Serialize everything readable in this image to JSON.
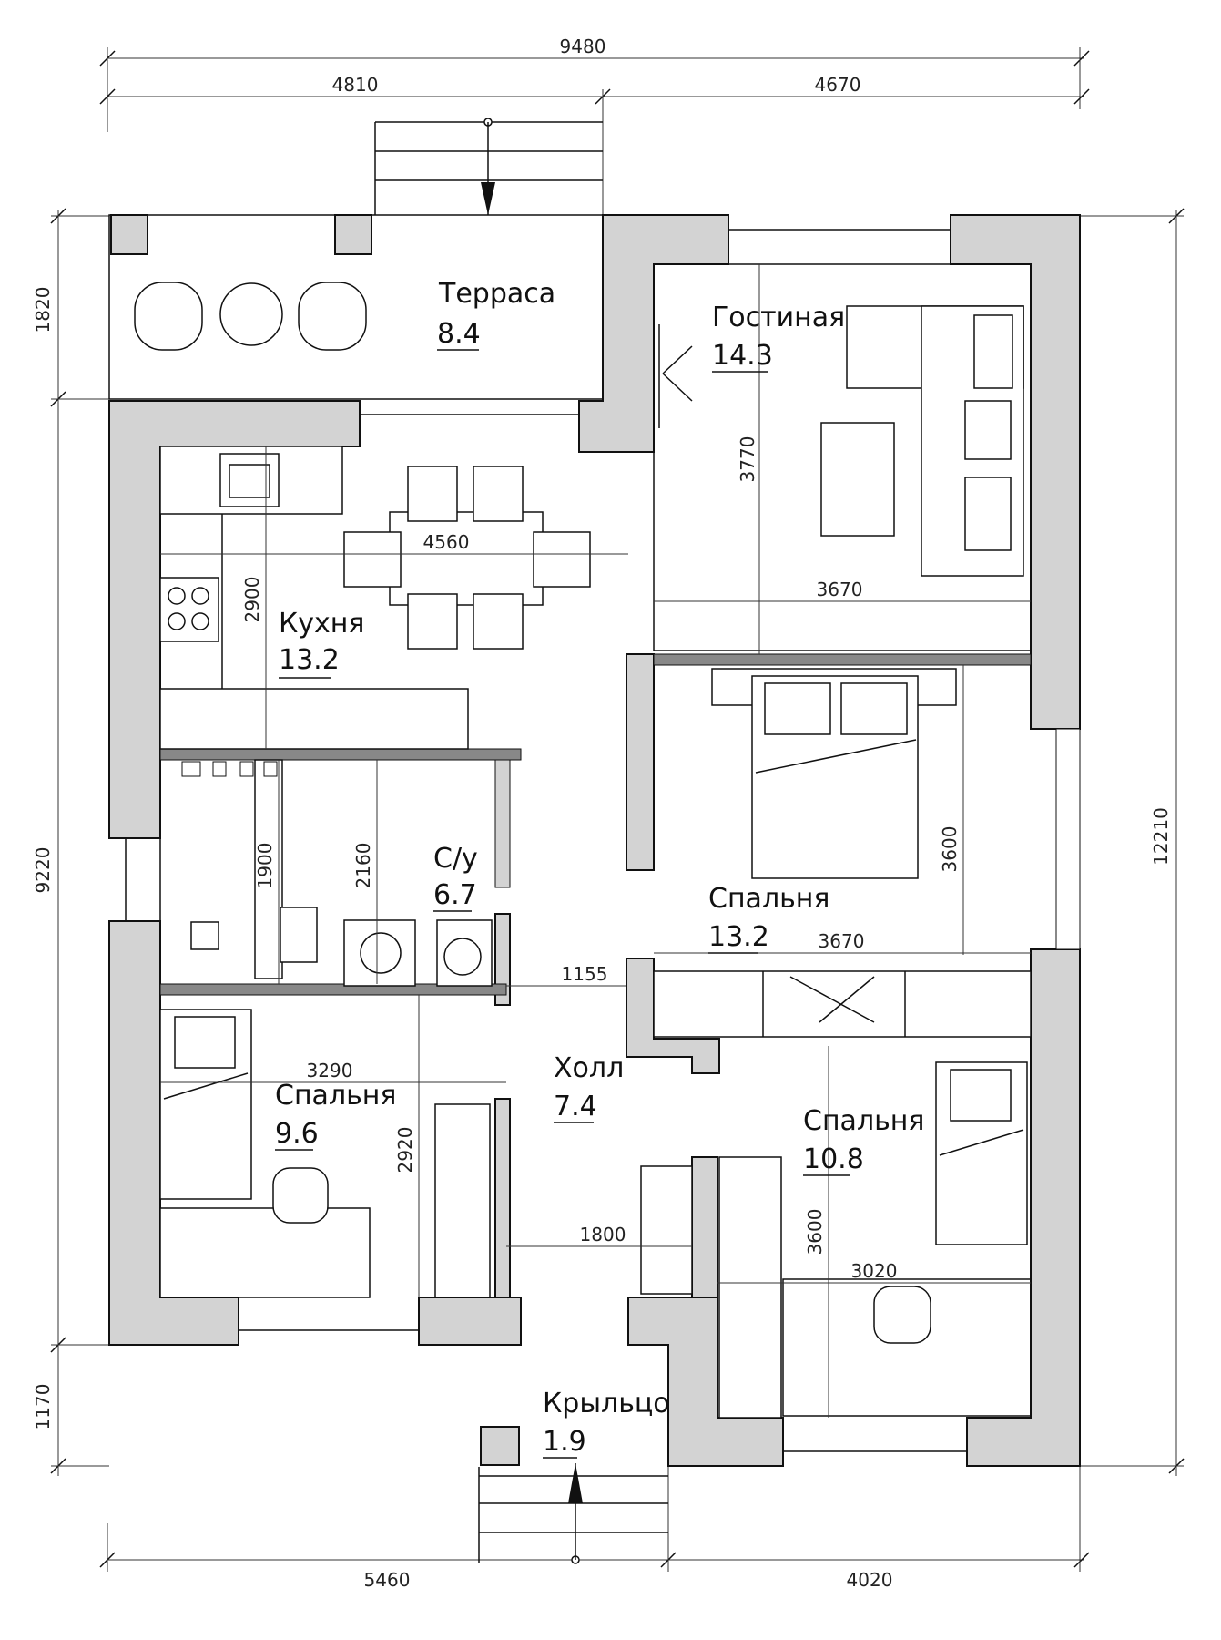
{
  "plan": {
    "overall": {
      "top_total": "9480",
      "top_left": "4810",
      "top_right": "4670",
      "bottom_left": "5460",
      "bottom_right": "4020",
      "left_top": "1820",
      "left_middle": "9220",
      "left_bottom": "1170",
      "right_total": "12210"
    },
    "rooms": {
      "terrace": {
        "name": "Терраса",
        "area": "8.4"
      },
      "living": {
        "name": "Гостиная",
        "area": "14.3"
      },
      "kitchen": {
        "name": "Кухня",
        "area": "13.2"
      },
      "bathroom": {
        "name": "С/у",
        "area": "6.7"
      },
      "bedroom_center": {
        "name": "Спальня",
        "area": "13.2"
      },
      "bedroom_left": {
        "name": "Спальня",
        "area": "9.6"
      },
      "hall": {
        "name": "Холл",
        "area": "7.4"
      },
      "bedroom_right": {
        "name": "Спальня",
        "area": "10.8"
      },
      "porch": {
        "name": "Крыльцо",
        "area": "1.9"
      }
    },
    "inner_dims": {
      "living_height": "3770",
      "living_width": "3670",
      "kitchen_width": "4560",
      "kitchen_height": "2900",
      "bath_height_1": "1900",
      "bath_height_2": "2160",
      "bed_center_height": "3600",
      "bed_center_width": "3670",
      "hall_width_top": "1155",
      "bed_left_width": "3290",
      "bed_left_height": "2920",
      "hall_width_bottom": "1800",
      "bed_right_height": "3600",
      "bed_right_width": "3020"
    }
  }
}
